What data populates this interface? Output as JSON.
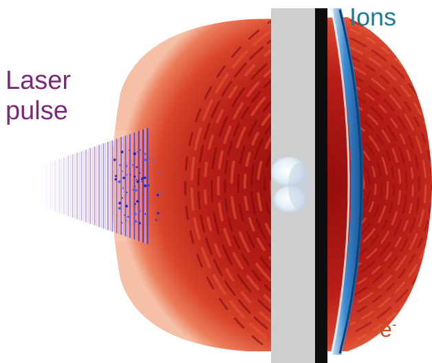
{
  "labels": {
    "laser_line1": "Laser",
    "laser_line2": "pulse",
    "ions": "Ions",
    "electrons_base": "e",
    "electrons_sup": "-"
  },
  "colors": {
    "laser_label": "#7a2a78",
    "ions_label": "#1f7a92",
    "electrons_label": "#c8501e",
    "plasma_dark": "#8f0b0b",
    "plasma_mid": "#d8432b",
    "plasma_light": "#f3a07a",
    "target_gray": "#cfcfcf",
    "target_black": "#0d0d0d",
    "ion_front": "#2a6fb0",
    "laser_blue": "#3a3ad0",
    "laser_pink": "#e88ab8"
  }
}
